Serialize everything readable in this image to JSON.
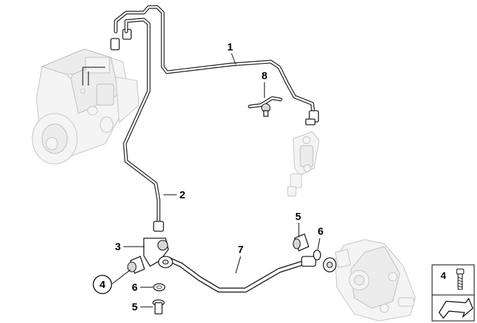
{
  "callouts": [
    {
      "id": "c1",
      "text": "1"
    },
    {
      "id": "c2",
      "text": "2"
    },
    {
      "id": "c3",
      "text": "3"
    },
    {
      "id": "c4",
      "text": "4"
    },
    {
      "id": "c5a",
      "text": "5"
    },
    {
      "id": "c5b",
      "text": "5"
    },
    {
      "id": "c6a",
      "text": "6"
    },
    {
      "id": "c6b",
      "text": "6"
    },
    {
      "id": "c7",
      "text": "7"
    },
    {
      "id": "c8",
      "text": "8"
    }
  ],
  "legend": {
    "number": "4"
  }
}
